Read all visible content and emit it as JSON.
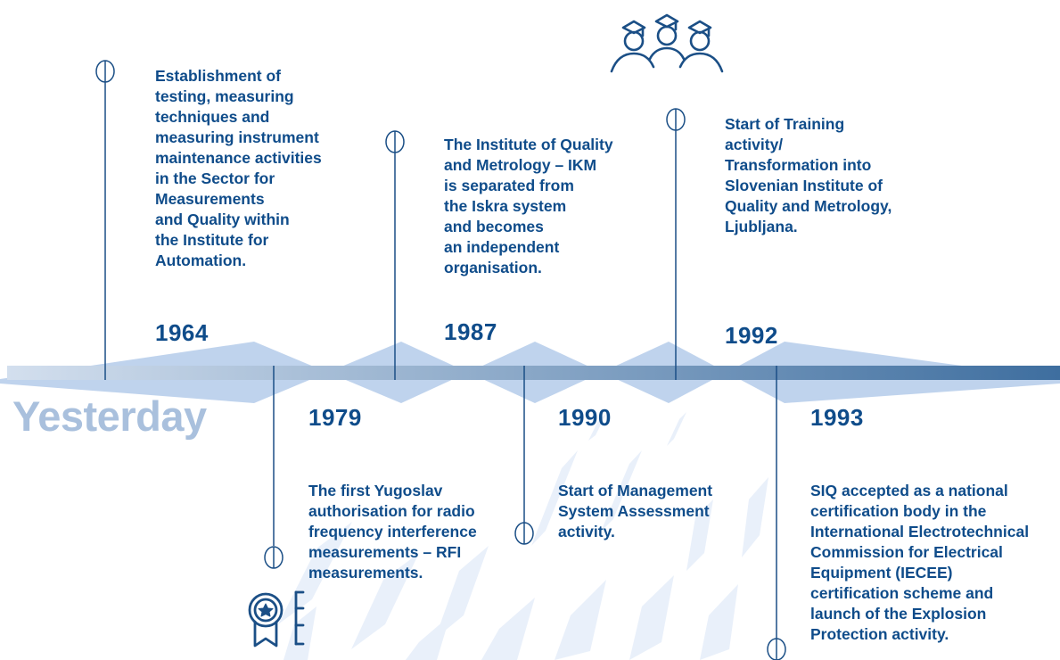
{
  "headline": "Yesterday",
  "colors": {
    "text": "#0f4c8a",
    "headline": "#a9c0dd",
    "bar_start": "#d3dfee",
    "bar_end": "#3e6e9f",
    "zigzag": "#b4cbea",
    "stripes": "#e9f0fa"
  },
  "icons": {
    "top": "graduates-icon",
    "bottom": "award-ribbon-icon"
  },
  "events": [
    {
      "year": "1964",
      "text": "Establishment of\ntesting, measuring\ntechniques and\nmeasuring instrument\nmaintenance activities\nin the Sector for\nMeasurements\nand Quality within\nthe Institute for\nAutomation."
    },
    {
      "year": "1979",
      "text": "The first Yugoslav\nauthorisation for radio\nfrequency interference\nmeasurements – RFI\nmeasurements."
    },
    {
      "year": "1987",
      "text": "The Institute of Quality\nand Metrology – IKM\nis separated from\nthe Iskra system\nand becomes\nan independent\norganisation."
    },
    {
      "year": "1990",
      "text": "Start of Management\nSystem Assessment\nactivity."
    },
    {
      "year": "1992",
      "text": "Start of Training\nactivity/\nTransformation into\nSlovenian Institute of\nQuality and Metrology,\nLjubljana."
    },
    {
      "year": "1993",
      "text": "SIQ accepted as a national\ncertification body in the\nInternational Electrotechnical\nCommission for Electrical\nEquipment (IECEE)\ncertification scheme and\nlaunch of the Explosion\nProtection activity."
    }
  ]
}
